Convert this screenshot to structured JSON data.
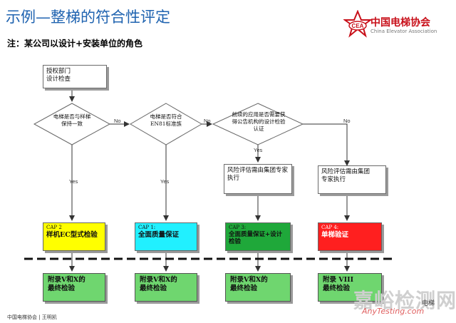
{
  "title": "示例—整梯的符合性评定",
  "subtitle": "注：某公司以设计+安装单位的角色",
  "logo": {
    "name_cn": "中国电梯协会",
    "name_en": "China Elevator Association",
    "badge": "CEA"
  },
  "flow": {
    "start": "授权部门\n设计检查",
    "decisions": [
      "电梯是否与样梯\n保持一致",
      "电梯是否符合\nEN81标准族",
      "前续的应用是否需要获\n得公告机构的设计检验\n认证"
    ],
    "no_label": "No",
    "yes_label": "Yes",
    "risk_boxes": [
      "风险评估需由集团专家\n执行",
      "风险评估需由集团\n专家执行"
    ],
    "caps": [
      {
        "code": "CAP 2",
        "name": "样机EC型式检验",
        "color": "#ffff00"
      },
      {
        "code": "CAP 1:",
        "name": "全面质量保证",
        "color": "#21f0ff"
      },
      {
        "code": "CAP 3:",
        "name": "全面质量保证+设计\n检验",
        "color": "#1fa83a"
      },
      {
        "code": "CAP 4:",
        "name": "单梯验证",
        "color": "#ff1f1f"
      }
    ],
    "finals": [
      "附录V和X的\n最终检验",
      "附录V和X的\n最终检验",
      "附录V和X的\n最终检验",
      "附录 VIII\n最终检验"
    ]
  },
  "footer": "中国电梯协会  |  王明凯",
  "watermark": {
    "cn": "嘉峪检测网",
    "en": "AnyTesting.com",
    "small": "电梯"
  }
}
